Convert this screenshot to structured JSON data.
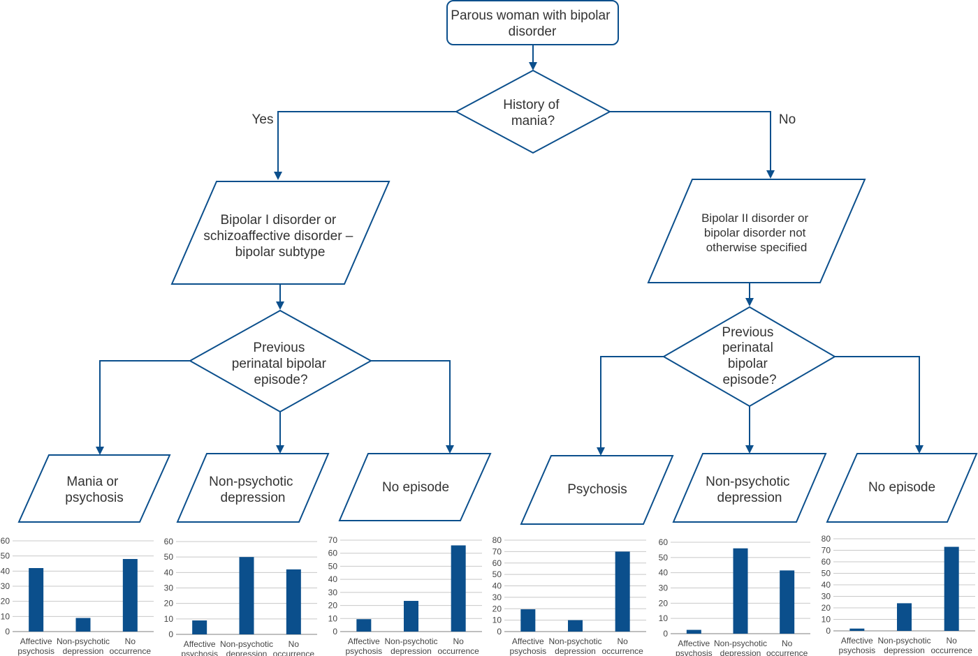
{
  "colors": {
    "accent": "#0b4f8c",
    "bar": "#0b4f8c",
    "grid": "#c8c8c8",
    "text": "#333333",
    "background": "#ffffff"
  },
  "flowchart": {
    "start": [
      "Parous woman with bipolar",
      "disorder"
    ],
    "decision_mania": [
      "History of",
      "mania?"
    ],
    "yes_label": "Yes",
    "no_label": "No",
    "bipolar_1": [
      "Bipolar I disorder or",
      "schizoaffective disorder –",
      "bipolar subtype"
    ],
    "bipolar_2": [
      "Bipolar II disorder or",
      "bipolar disorder not",
      "otherwise specified"
    ],
    "decision_perinatal_left": [
      "Previous",
      "perinatal bipolar",
      "episode?"
    ],
    "decision_perinatal_right": [
      "Previous",
      "perinatal",
      "bipolar",
      "episode?"
    ],
    "outcome_left_mania": [
      "Mania or",
      "psychosis"
    ],
    "outcome_left_depression": [
      "Non-psychotic",
      "depression"
    ],
    "outcome_left_none": [
      "No episode"
    ],
    "outcome_right_psychosis": [
      "Psychosis"
    ],
    "outcome_right_depression": [
      "Non-psychotic",
      "depression"
    ],
    "outcome_right_none": [
      "No episode"
    ]
  },
  "chart_data": [
    {
      "type": "bar",
      "categories": [
        [
          "Affective",
          "psychosis"
        ],
        [
          "Non-psychotic",
          "depression"
        ],
        [
          "No",
          "occurrence"
        ]
      ],
      "values": [
        42,
        9,
        48
      ],
      "ylim": [
        0,
        60
      ],
      "yticks": [
        "0",
        "10",
        "20",
        "30",
        "40",
        "50",
        "60"
      ],
      "grid": true
    },
    {
      "type": "bar",
      "categories": [
        [
          "Affective",
          "psychosis"
        ],
        [
          "Non-psychotic",
          "depression"
        ],
        [
          "No",
          "occurrence"
        ]
      ],
      "values": [
        9,
        50,
        42
      ],
      "ylim": [
        0,
        60
      ],
      "yticks": [
        "0",
        "10",
        "20",
        "30",
        "40",
        "50",
        "60"
      ],
      "grid": true
    },
    {
      "type": "bar",
      "categories": [
        [
          "Affective",
          "psychosis"
        ],
        [
          "Non-psychotic",
          "depression"
        ],
        [
          "No",
          "occurrence"
        ]
      ],
      "values": [
        9.5,
        23.5,
        66
      ],
      "ylim": [
        0,
        70
      ],
      "yticks": [
        "0",
        "10",
        "20",
        "30",
        "40",
        "50",
        "60",
        "70"
      ],
      "grid": true
    },
    {
      "type": "bar",
      "categories": [
        [
          "Affective",
          "psychosis"
        ],
        [
          "Non-psychotic",
          "depression"
        ],
        [
          "No",
          "occurrence"
        ]
      ],
      "values": [
        19.5,
        10,
        70
      ],
      "ylim": [
        0,
        80
      ],
      "yticks": [
        "0",
        "10",
        "20",
        "30",
        "40",
        "50",
        "60",
        "70",
        "80"
      ],
      "grid": true
    },
    {
      "type": "bar",
      "categories": [
        [
          "Affective",
          "psychosis"
        ],
        [
          "Non-psychotic",
          "depression"
        ],
        [
          "No",
          "occurrence"
        ]
      ],
      "values": [
        2.5,
        56,
        41.5
      ],
      "ylim": [
        0,
        60
      ],
      "yticks": [
        "0",
        "10",
        "20",
        "30",
        "40",
        "50",
        "60"
      ],
      "grid": true
    },
    {
      "type": "bar",
      "categories": [
        [
          "Affective",
          "psychosis"
        ],
        [
          "Non-psychotic",
          "depression"
        ],
        [
          "No",
          "occurrence"
        ]
      ],
      "values": [
        2,
        24,
        73
      ],
      "ylim": [
        0,
        80
      ],
      "yticks": [
        "0",
        "10",
        "20",
        "30",
        "40",
        "50",
        "60",
        "70",
        "80"
      ],
      "grid": true
    }
  ]
}
